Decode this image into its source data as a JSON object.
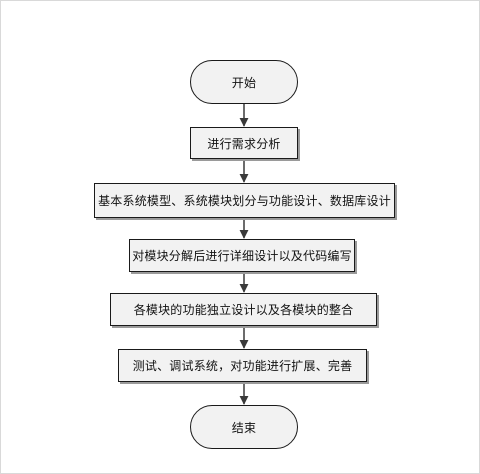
{
  "diagram": {
    "start": "开始",
    "steps": [
      "进行需求分析",
      "基本系统模型、系统模块划分与功能设计、数据库设计",
      "对模块分解后进行详细设计以及代码编写",
      "各模块的功能独立设计以及各模块的整合",
      "测试、调试系统，对功能进行扩展、完善"
    ],
    "end": "结束"
  }
}
